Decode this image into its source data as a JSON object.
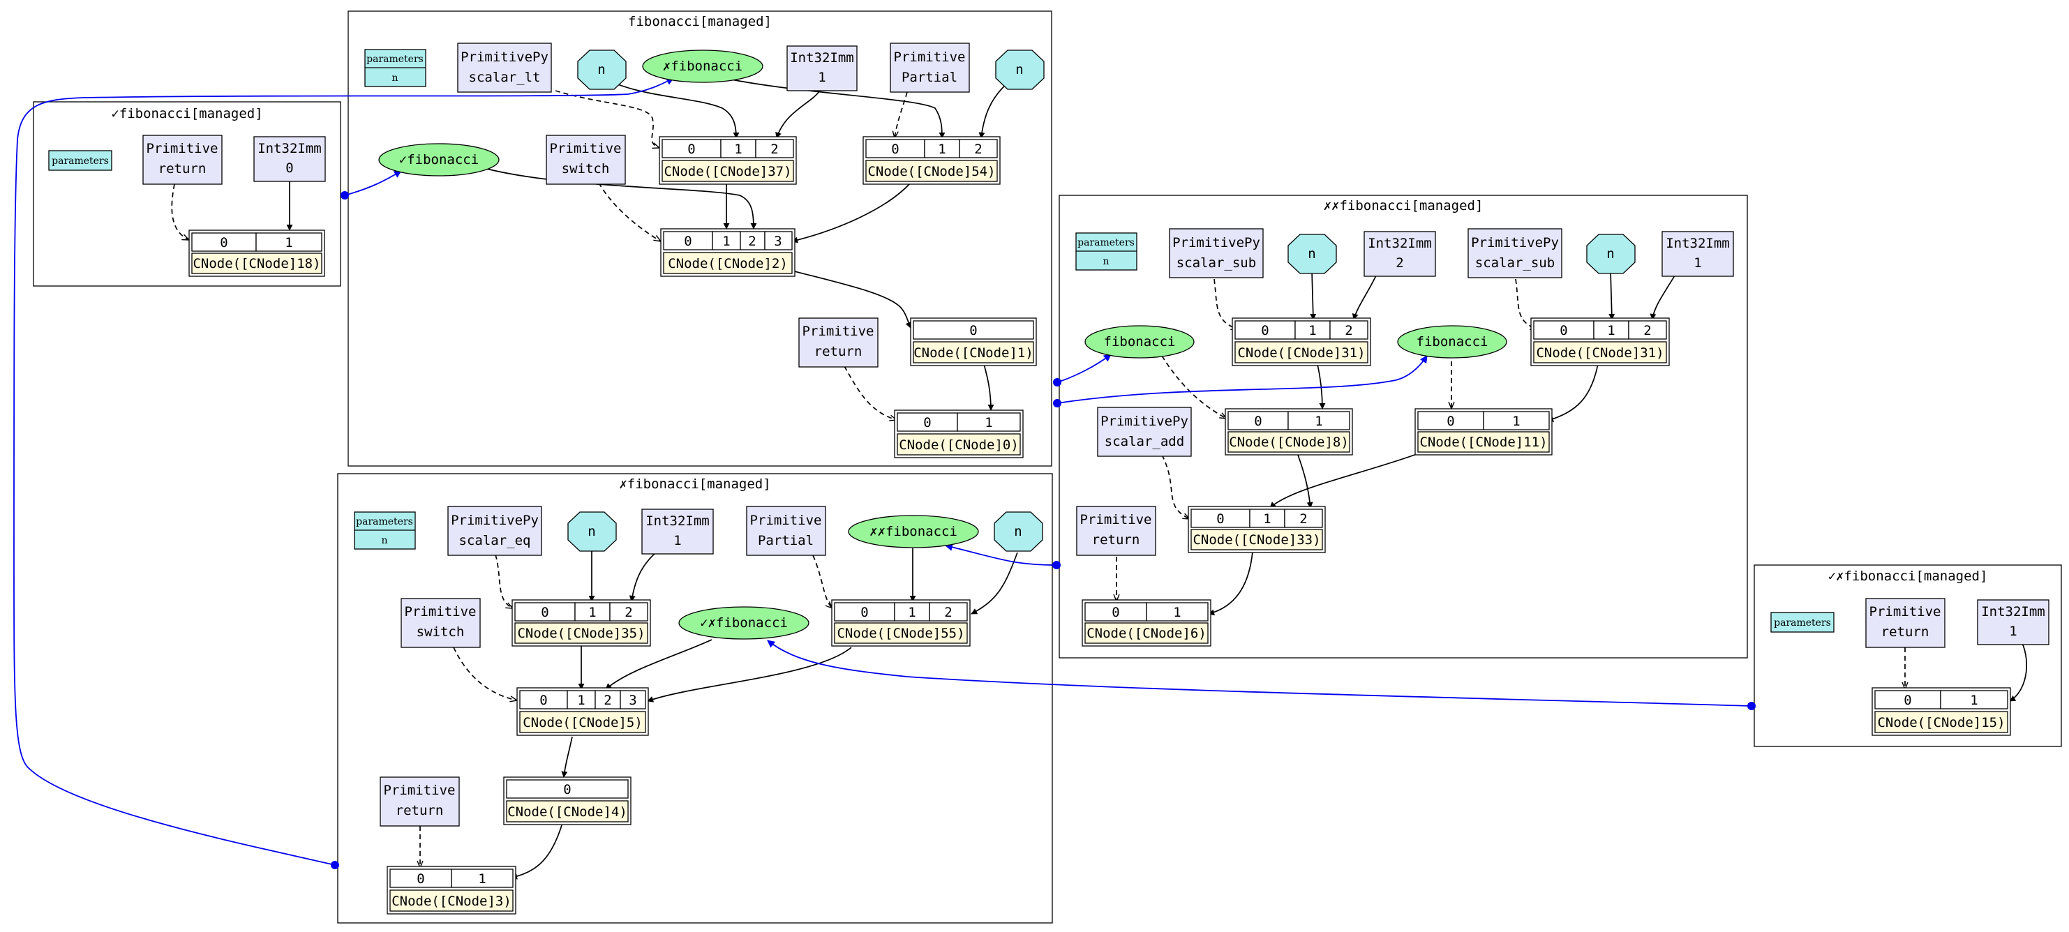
{
  "clusters": {
    "fib": "fibonacci[managed]",
    "tick": "✓fibonacci[managed]",
    "cross": "✗fibonacci[managed]",
    "xx": "✗✗fibonacci[managed]",
    "tickx": "✓✗fibonacci[managed]"
  },
  "labels": {
    "parameters": "parameters",
    "n": "n",
    "primitivepy": "PrimitivePy",
    "primitive": "Primitive",
    "int32imm": "Int32Imm",
    "scalar_lt": "scalar_lt",
    "scalar_eq": "scalar_eq",
    "scalar_sub": "scalar_sub",
    "scalar_add": "scalar_add",
    "partial": "Partial",
    "switch": "switch",
    "return": "return",
    "v0": "0",
    "v1": "1",
    "v2": "2",
    "p0": "0",
    "p1": "1",
    "p2": "2",
    "p3": "3"
  },
  "graph_refs": {
    "fibonacci": "fibonacci",
    "cross_fibonacci": "✗fibonacci",
    "tick_fibonacci": "✓fibonacci",
    "xx_fibonacci": "✗✗fibonacci",
    "tickx_fibonacci": "✓✗fibonacci"
  },
  "cnodes": {
    "c0": "CNode([CNode]0)",
    "c1": "CNode([CNode]1)",
    "c2": "CNode([CNode]2)",
    "c3": "CNode([CNode]3)",
    "c4": "CNode([CNode]4)",
    "c5": "CNode([CNode]5)",
    "c6": "CNode([CNode]6)",
    "c8": "CNode([CNode]8)",
    "c11": "CNode([CNode]11)",
    "c15": "CNode([CNode]15)",
    "c18": "CNode([CNode]18)",
    "c31": "CNode([CNode]31)",
    "c33": "CNode([CNode]33)",
    "c35": "CNode([CNode]35)",
    "c37": "CNode([CNode]37)",
    "c54": "CNode([CNode]54)",
    "c55": "CNode([CNode]55)"
  },
  "colors": {
    "graph_ref_fill": "#98f598",
    "parameter_fill": "#aeeeee",
    "node_fill": "#e6e6fa",
    "cnode_label_fill": "#fffadc",
    "cross_graph_edge": "#0000ee"
  }
}
